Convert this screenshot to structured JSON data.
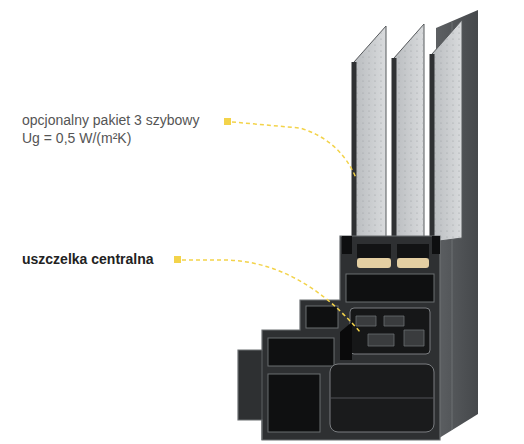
{
  "diagram": {
    "labels": [
      "opcjonalny pakiet 3 szybowy",
      "Ug = 0,5 W/(m²K)",
      "uszczelka centralna"
    ]
  }
}
